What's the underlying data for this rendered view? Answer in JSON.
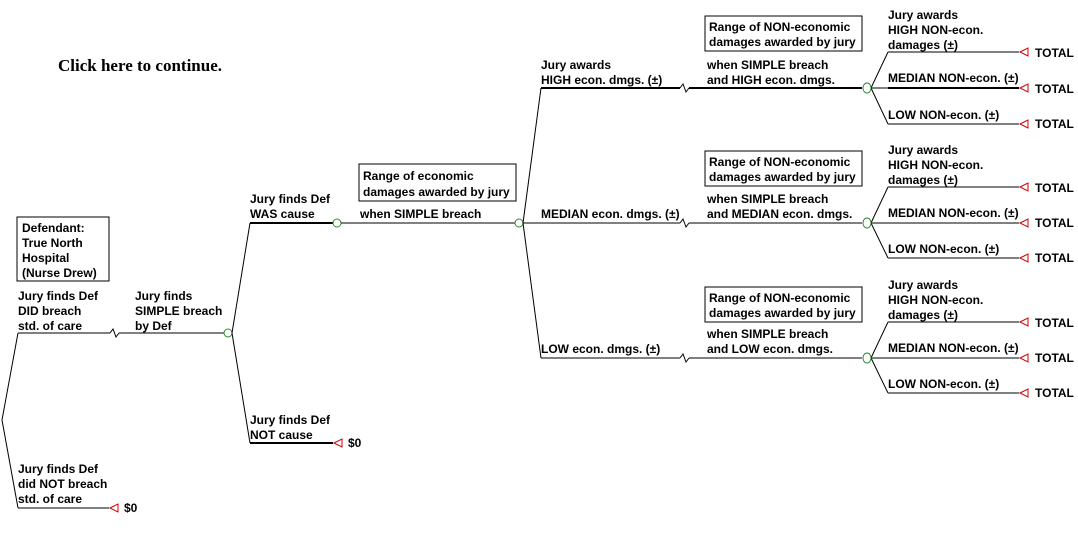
{
  "colors": {
    "link": "#0000cc",
    "chance_node": "#2e8b2e",
    "terminal_node": "#d00000",
    "line": "#000000"
  },
  "continue_link": "Click here to continue.",
  "defendant_box": {
    "line1": "Defendant:",
    "line2": "True North",
    "line3": "Hospital",
    "line4": "(Nurse Drew)"
  },
  "breach_branch": {
    "line1": "Jury finds Def",
    "line2": "DID breach",
    "line3": "std. of care"
  },
  "no_breach_branch": {
    "line1": "Jury finds Def",
    "line2": "did NOT breach",
    "line3": "std. of care",
    "payoff": "$0"
  },
  "simple_breach": {
    "line1": "Jury finds",
    "line2": "SIMPLE breach",
    "line3": "by Def"
  },
  "was_cause": {
    "line1": "Jury finds Def",
    "line2": "WAS cause"
  },
  "not_cause": {
    "line1": "Jury finds Def",
    "line2": "NOT cause",
    "payoff": "$0"
  },
  "econ_box": {
    "line1": "Range of economic",
    "line2": "damages awarded by jury"
  },
  "econ_when": "when SIMPLE breach",
  "econ_high": {
    "line1": "Jury awards",
    "line2": "HIGH econ. dmgs. (±)"
  },
  "econ_median": "MEDIAN econ. dmgs. (±)",
  "econ_low": "LOW econ. dmgs. (±)",
  "nonecon_box": {
    "line1": "Range of NON-economic",
    "line2": "damages awarded by jury"
  },
  "when_high": {
    "line1": "when SIMPLE breach",
    "line2": "and HIGH econ. dmgs."
  },
  "when_median": {
    "line1": "when SIMPLE breach",
    "line2": "and MEDIAN econ. dmgs."
  },
  "when_low": {
    "line1": "when SIMPLE breach",
    "line2": "and LOW econ. dmgs."
  },
  "nonecon_high": {
    "line1": "Jury awards",
    "line2": "HIGH NON-econ.",
    "line3": "damages (±)"
  },
  "nonecon_median": "MEDIAN NON-econ. (±)",
  "nonecon_low": "LOW NON-econ. (±)",
  "total": "TOTAL"
}
